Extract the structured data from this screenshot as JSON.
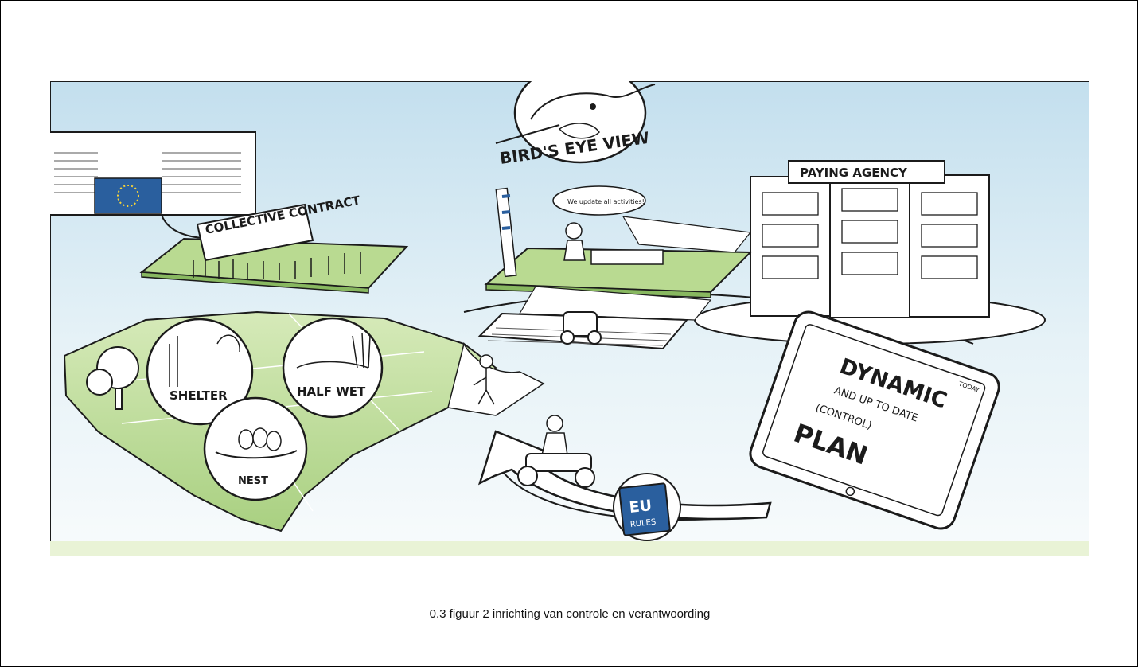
{
  "figure": {
    "title": "BIRD'S EYE VIEW",
    "caption": "0.3 figuur 2 inrichting van controle en verantwoording",
    "labels": {
      "collective_contract": "COLLECTIVE CONTRACT",
      "paying_agency": "PAYING AGENCY",
      "speech_bubble": "We update all activities!",
      "shelter": "SHELTER",
      "half_wet": "HALF WET",
      "nest": "NEST",
      "dynamic": "DYNAMIC",
      "and_up_to_date": "AND UP TO DATE",
      "control": "(CONTROL)",
      "plan": "PLAN",
      "today": "TODAY",
      "eu": "EU",
      "rules": "RULES"
    }
  },
  "colors": {
    "sky": "#cfe6f1",
    "grass": "#b9da91",
    "grass_dark": "#88b860",
    "eu_blue": "#2a5f9e",
    "eu_star": "#f4d23a",
    "ink": "#1b1b1b"
  }
}
